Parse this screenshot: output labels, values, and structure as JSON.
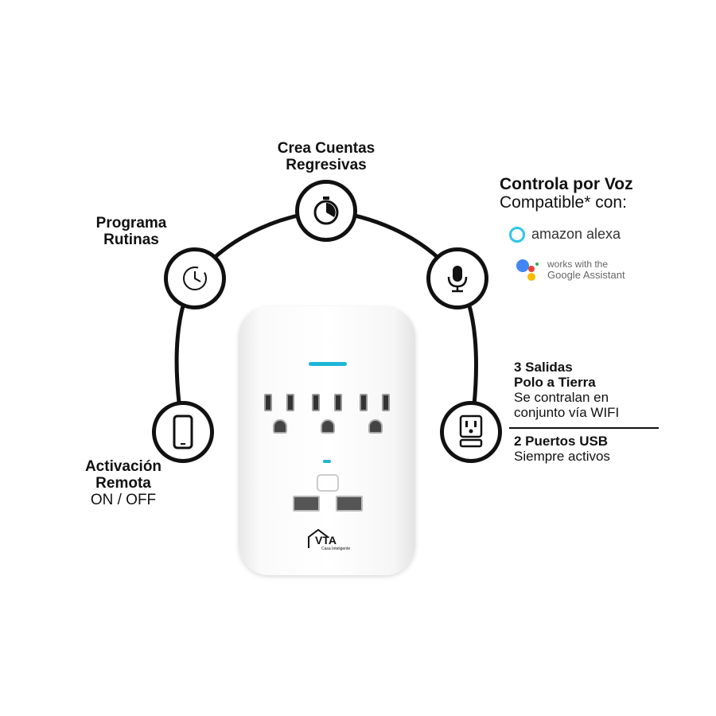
{
  "features": {
    "countdown": {
      "line1": "Crea Cuentas",
      "line2": "Regresivas"
    },
    "routines": {
      "line1": "Programa",
      "line2": "Rutinas"
    },
    "remote": {
      "line1": "Activación",
      "line2": "Remota",
      "line3": "ON / OFF"
    },
    "voice": {
      "title": "Controla por Voz",
      "subtitle": "Compatible* con:"
    },
    "outlets": {
      "line1": "3 Salidas",
      "line2": "Polo a Tierra",
      "line3": "Se contralan en",
      "line4": "conjunto vía WIFI"
    },
    "usb": {
      "line1": "2 Puertos USB",
      "line2": "Siempre activos"
    }
  },
  "brands": {
    "alexa": "amazon alexa",
    "google_line1": "works with the",
    "google_line2": "Google Assistant"
  },
  "product": {
    "logo": "VTA",
    "logo_sub": "Casa Inteligente"
  },
  "colors": {
    "led": "#1fb6d6",
    "alexa": "#2fc6e8"
  }
}
